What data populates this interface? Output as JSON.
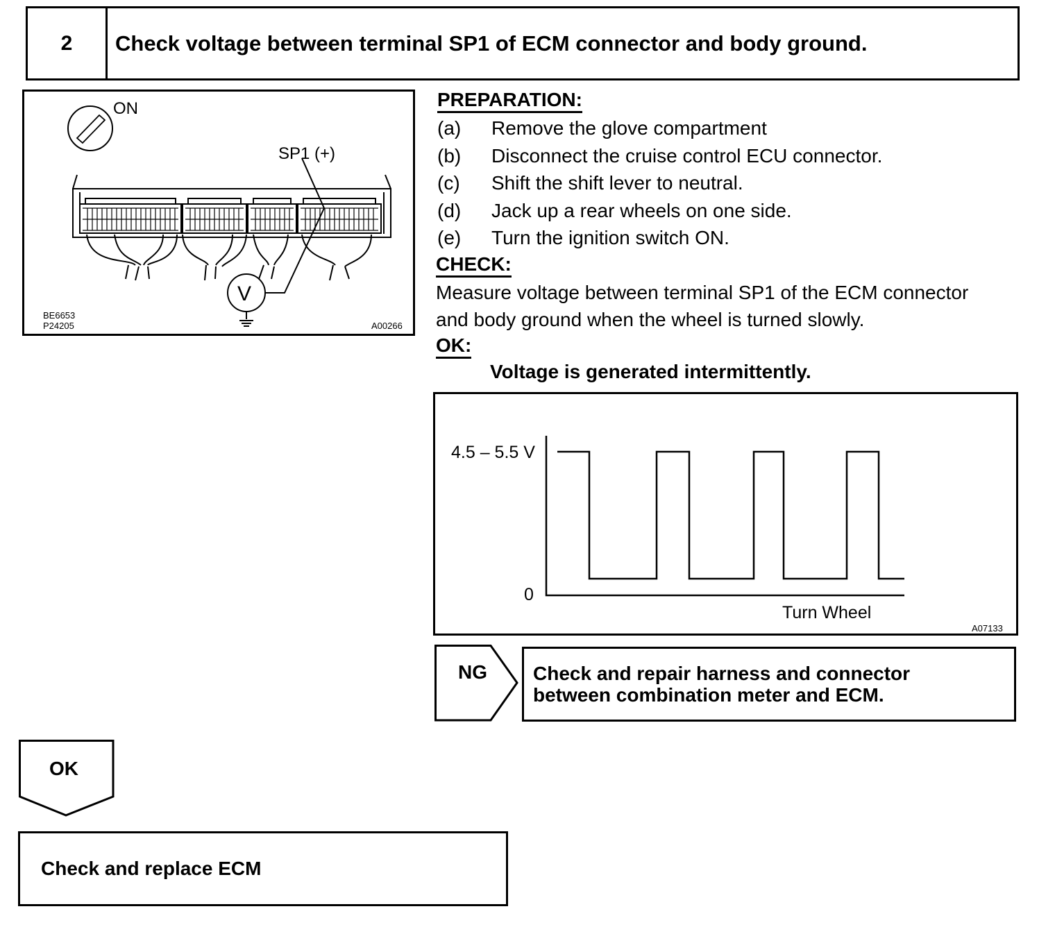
{
  "step": {
    "number": "2",
    "title": "Check voltage between terminal SP1 of ECM connector and body ground."
  },
  "figure1": {
    "switch_label": "ON",
    "terminal_label": "SP1 (+)",
    "meter_symbol": "V",
    "ref_codes": [
      "BE6653",
      "P24205"
    ],
    "figure_id": "A00266"
  },
  "preparation": {
    "heading": "PREPARATION:",
    "steps": [
      {
        "letter": "(a)",
        "text": "Remove the glove compartment"
      },
      {
        "letter": "(b)",
        "text": "Disconnect the cruise control ECU connector."
      },
      {
        "letter": "(c)",
        "text": "Shift the shift lever to neutral."
      },
      {
        "letter": "(d)",
        "text": "Jack up a rear wheels on one side."
      },
      {
        "letter": "(e)",
        "text": "Turn the ignition switch ON."
      }
    ]
  },
  "check": {
    "heading": "CHECK:",
    "lines": [
      "Measure voltage between terminal SP1 of the ECM connector",
      "and body ground when the wheel is turned slowly."
    ]
  },
  "ok_spec": {
    "heading": "OK:",
    "result": "Voltage is generated intermittently."
  },
  "waveform": {
    "high_label": "4.5 – 5.5 V",
    "zero_label": "0",
    "x_label": "Turn Wheel",
    "figure_id": "A07133"
  },
  "ng_branch": {
    "label": "NG",
    "result_lines": [
      "Check and repair harness and connector",
      "between combination meter and ECM."
    ]
  },
  "ok_branch": {
    "label": "OK",
    "result": "Check and replace ECM"
  }
}
